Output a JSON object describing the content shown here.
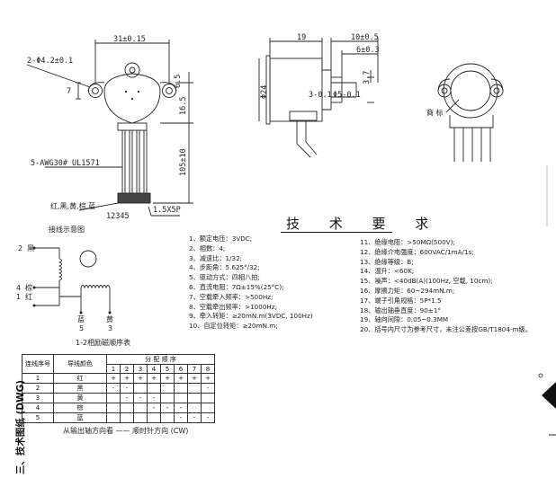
{
  "dimensions": {
    "front_width": "31±0.15",
    "hole": "2-Φ4.2±0.1",
    "dim_7": "7",
    "dim_6_5": "6.5",
    "dim_16_5": "16.5",
    "dim_105": "105±10",
    "wire_spec": "5-AWG30# UL1571",
    "wire_colors": "红,黑,黄,棕,蓝",
    "pins": "12345",
    "connector": "1.5X5P",
    "side_19": "19",
    "side_10": "10±0.5",
    "side_6": "6±0.3",
    "side_dia24": "Φ24",
    "side_3": "3-0.1",
    "side_phi5": "Φ5-0.1",
    "side_3_7": "3.7",
    "trademark": "商 标"
  },
  "requirements": {
    "title": "技 术 要 求",
    "left": [
      "1、额定电压：3VDC;",
      "2、相数：4;",
      "3、减速比：1/32;",
      "4、步距角：5.625°/32;",
      "5、驱动方式：四相八拍;",
      "6、直流电阻：7Ω±15%(25°C);",
      "7、空载牵入频率：>500Hz;",
      "8、空载牵出频率：>1000Hz;",
      "9、牵入转矩：≥20mN.m(3VDC, 100Hz)",
      "10、自定位转矩：≥20mN.m;"
    ],
    "right": [
      "11、绝缘电阻：>50MΩ(500V);",
      "12、绝缘介电强度：600VAC/1mA/1s;",
      "13、绝缘等级：B;",
      "14、温升：<60K;",
      "15、噪声：<40dB(A)(100Hz, 空载, 10cm);",
      "16、摩擦力矩：60~294mN.m;",
      "17、端子引角规格：5P*1.5",
      "18、输出轴垂直度：90±1°",
      "19、轴向间隙：0.05~0.3MM",
      "20、括号内尺寸为参考尺寸，未注公差按GB/T1804-m级。"
    ]
  },
  "wiring": {
    "title": "接线示意图",
    "labels": {
      "black": "黑",
      "brown": "棕",
      "red": "红",
      "blue": "蓝",
      "yellow": "黄"
    },
    "numbers": {
      "n2": "2",
      "n4": "4",
      "n1": "1",
      "n5": "5",
      "n3": "3"
    }
  },
  "sequence": {
    "caption": "1-2相励磁顺序表",
    "header_no": "连线序号",
    "header_color": "导线颜色",
    "header_order": "分 配 顺 序",
    "steps": [
      "1",
      "2",
      "3",
      "4",
      "5",
      "6",
      "7",
      "8"
    ],
    "rows": [
      {
        "no": "1",
        "color": "红",
        "cells": [
          "+",
          "+",
          "+",
          "+",
          "+",
          "+",
          "+",
          "+"
        ]
      },
      {
        "no": "2",
        "color": "黑",
        "cells": [
          "-",
          "-",
          "",
          "",
          "",
          "",
          "",
          "-"
        ]
      },
      {
        "no": "3",
        "color": "黄",
        "cells": [
          "",
          "-",
          "-",
          "-",
          "",
          "",
          "",
          ""
        ]
      },
      {
        "no": "4",
        "color": "棕",
        "cells": [
          "",
          "",
          "",
          "-",
          "-",
          "-",
          "",
          ""
        ]
      },
      {
        "no": "5",
        "color": "蓝",
        "cells": [
          "",
          "",
          "",
          "",
          "",
          "-",
          "-",
          "-"
        ]
      }
    ],
    "direction": "从输出轴方向看 —— 顺时针方向 (CW)"
  },
  "side_label": "三、技术图纸 (DWG)"
}
